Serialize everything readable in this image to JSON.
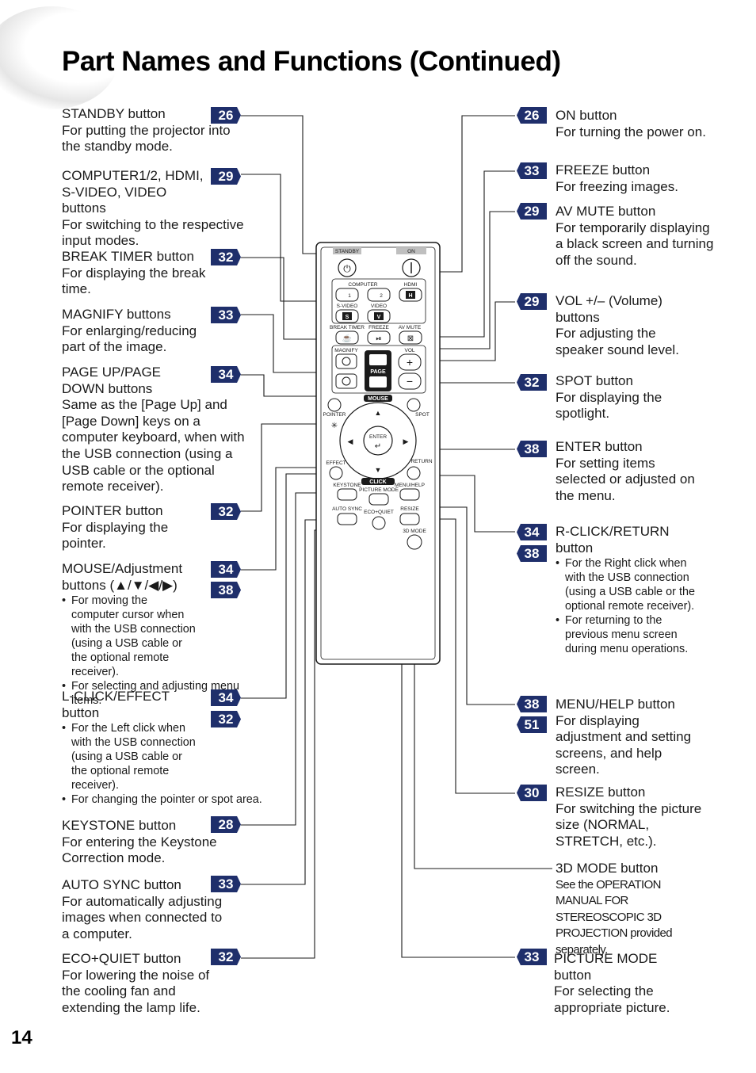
{
  "page": {
    "title": "Part Names and Functions (Continued)",
    "number": "14"
  },
  "left": [
    {
      "ref": "26",
      "title": "STANDBY button",
      "text": "For putting the projector into the standby mode."
    },
    {
      "ref": "29",
      "title": "COMPUTER1/2, HDMI, S-VIDEO, VIDEO buttons",
      "text": "For switching to the respective input modes."
    },
    {
      "ref": "32",
      "title": "BREAK TIMER button",
      "text": "For displaying the break time."
    },
    {
      "ref": "33",
      "title": "MAGNIFY buttons",
      "text": "For enlarging/reducing part of the image."
    },
    {
      "ref": "34",
      "title": "PAGE UP/PAGE DOWN buttons",
      "text": "Same as the [Page Up] and [Page Down] keys on a computer keyboard, when with the USB connection (using a USB cable or the optional remote receiver)."
    },
    {
      "ref": "32",
      "title": "POINTER button",
      "text": "For displaying the pointer."
    },
    {
      "ref": "34",
      "ref2": "38",
      "title": "MOUSE/Adjustment buttons (▲/▼/◀/▶)",
      "bullets": [
        "For moving the computer cursor when with the USB connection (using a USB cable or the optional remote receiver).",
        "For selecting and adjusting menu items."
      ]
    },
    {
      "ref": "34",
      "ref2": "32",
      "title": "L-CLICK/EFFECT button",
      "bullets": [
        "For the Left click when with the USB connection (using a USB cable or the optional remote receiver).",
        "For changing the pointer or spot area."
      ]
    },
    {
      "ref": "28",
      "title": "KEYSTONE button",
      "text": "For entering the Keystone Correction mode."
    },
    {
      "ref": "33",
      "title": "AUTO SYNC button",
      "text": "For automatically adjusting images when connected to a computer."
    },
    {
      "ref": "32",
      "title": "ECO+QUIET button",
      "text": "For lowering the noise of the cooling fan and extending the lamp life."
    }
  ],
  "right": [
    {
      "ref": "26",
      "title": "ON button",
      "text": "For turning the power on."
    },
    {
      "ref": "33",
      "title": "FREEZE button",
      "text": "For freezing images."
    },
    {
      "ref": "29",
      "title": "AV MUTE button",
      "text": "For temporarily displaying a black screen and turning off the sound."
    },
    {
      "ref": "29",
      "title": "VOL +/– (Volume) buttons",
      "text": "For adjusting the speaker sound level."
    },
    {
      "ref": "32",
      "title": "SPOT button",
      "text": "For displaying the spotlight."
    },
    {
      "ref": "38",
      "title": "ENTER button",
      "text": "For setting items selected or adjusted on the menu."
    },
    {
      "ref": "34",
      "ref2": "38",
      "title": "R-CLICK/RETURN button",
      "bullets": [
        "For the Right click when with the USB connection (using a USB cable or the optional remote receiver).",
        "For returning to the previous menu screen during menu operations."
      ]
    },
    {
      "ref": "38",
      "ref2": "51",
      "title": "MENU/HELP button",
      "text": "For displaying adjustment and setting screens, and help screen."
    },
    {
      "ref": "30",
      "title": "RESIZE button",
      "text": "For switching the picture size (NORMAL, STRETCH, etc.)."
    },
    {
      "title": "3D MODE button",
      "note": "See the OPERATION MANUAL FOR STEREOSCOPIC 3D PROJECTION provided separately."
    },
    {
      "ref": "33",
      "title": "PICTURE MODE button",
      "text": "For selecting the appropriate picture."
    }
  ],
  "remote": {
    "standby": "STANDBY",
    "on": "ON",
    "computer": "COMPUTER",
    "c1": "1",
    "c2": "2",
    "hdmi": "HDMI",
    "h": "H",
    "svideo": "S-VIDEO",
    "video": "VIDEO",
    "s": "S",
    "v": "V",
    "break_timer": "BREAK TIMER",
    "freeze": "FREEZE",
    "av_mute": "AV MUTE",
    "magnify": "MAGNIFY",
    "page": "PAGE",
    "vol": "VOL",
    "plus": "+",
    "minus": "−",
    "mouse": "MOUSE",
    "pointer": "POINTER",
    "spot": "SPOT",
    "enter": "ENTER",
    "effect": "EFFECT",
    "return": "RETURN",
    "keystone": "KEYSTONE",
    "click": "CLICK",
    "menu_help": "MENU/HELP",
    "picture_mode": "PICTURE MODE",
    "auto_sync": "AUTO SYNC",
    "resize": "RESIZE",
    "eco_quiet": "ECO+QUIET",
    "mode_3d": "3D MODE"
  }
}
